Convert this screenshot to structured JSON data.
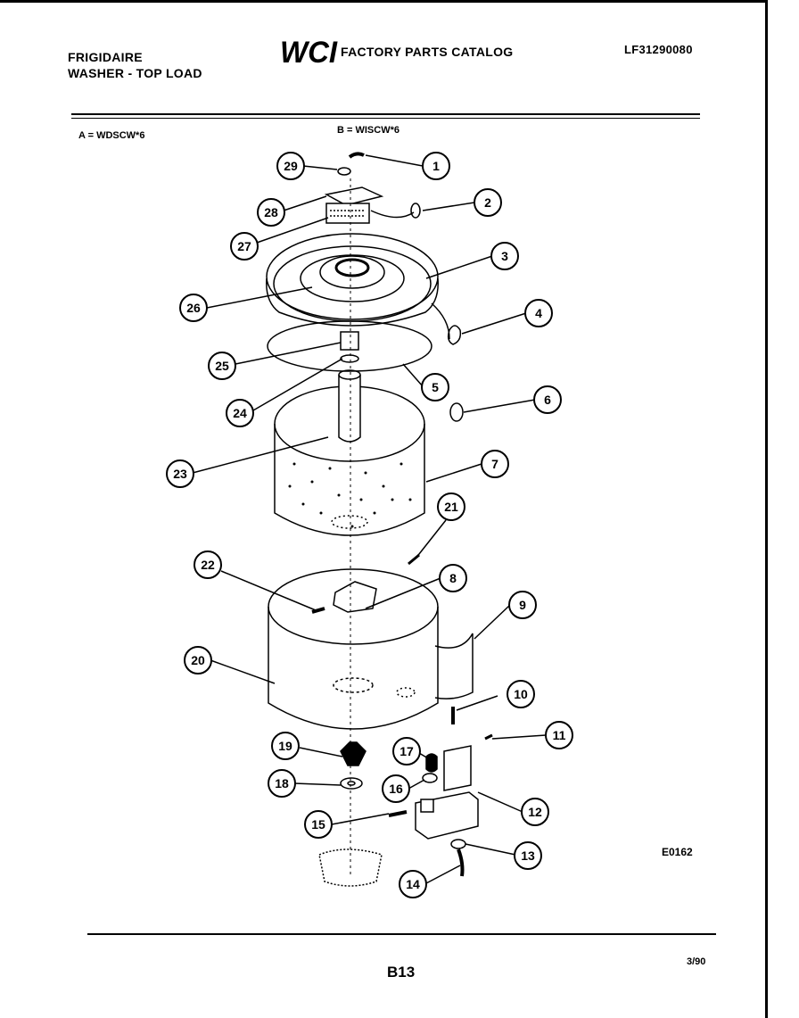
{
  "header": {
    "brand_line1": "FRIGIDAIRE",
    "brand_line2": "WASHER - TOP LOAD",
    "catalog_logo": "WCI",
    "catalog_title": "FACTORY PARTS CATALOG",
    "doc_number": "LF31290080"
  },
  "models": {
    "a": "A = WDSCW*6",
    "b": "B = WISCW*6"
  },
  "diagram": {
    "code": "E0162",
    "callouts": [
      "1",
      "2",
      "3",
      "4",
      "5",
      "6",
      "7",
      "8",
      "9",
      "10",
      "11",
      "12",
      "13",
      "14",
      "15",
      "16",
      "17",
      "18",
      "19",
      "20",
      "21",
      "22",
      "23",
      "24",
      "25",
      "26",
      "27",
      "28",
      "29"
    ]
  },
  "footer": {
    "page_number": "B13",
    "revision_date": "3/90"
  }
}
